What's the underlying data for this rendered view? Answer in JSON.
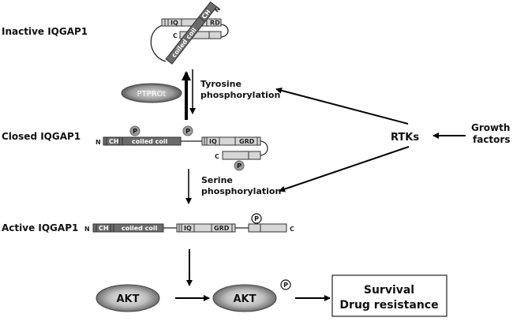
{
  "states": {
    "inactive": "Inactive IQGAP1",
    "closed": "Closed IQGAP1",
    "active": "Active IQGAP1"
  },
  "domains": {
    "n_terminus": "N",
    "c_terminus": "C",
    "ch": "CH",
    "coiled_coil": "coiled coil",
    "iq": "IQ",
    "grd": "GRD",
    "grd_partial": "RD",
    "phospho": "P"
  },
  "regulators": {
    "ptprot": "PTPROt",
    "rtks": "RTKs",
    "growth_factors_line1": "Growth",
    "growth_factors_line2": "factors"
  },
  "steps": {
    "tyrosine_line1": "Tyrosine",
    "tyrosine_line2": "phosphorylation",
    "serine_line1": "Serine",
    "serine_line2": "phosphorylation"
  },
  "downstream": {
    "akt": "AKT",
    "akt_phospho": "AKT",
    "outcome_line1": "Survival",
    "outcome_line2": "Drug resistance"
  }
}
